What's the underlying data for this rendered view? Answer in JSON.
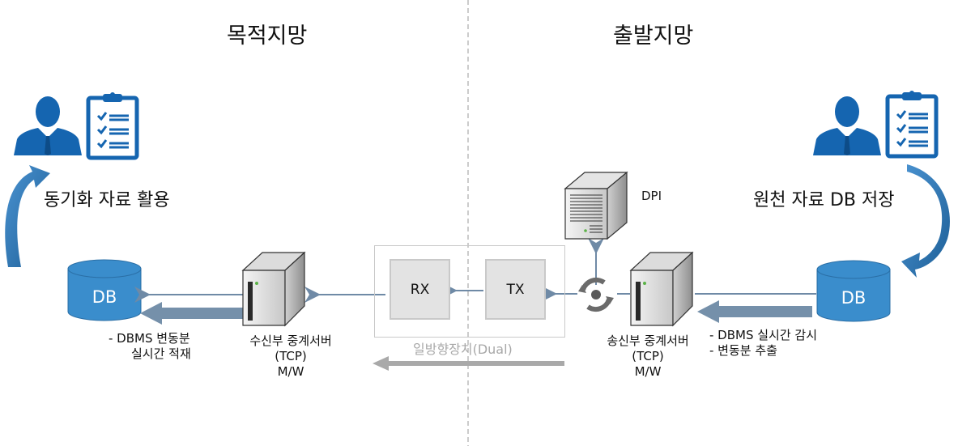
{
  "zones": {
    "destination": "목적지망",
    "source": "출발지망"
  },
  "left": {
    "action_label": "동기화 자료 활용",
    "db_label": "DB",
    "db_notes": [
      "-  DBMS 변동분",
      "실시간 적재"
    ],
    "server": {
      "name": "수신부 중계서버",
      "protocol": "(TCP)",
      "type": "M/W"
    }
  },
  "right": {
    "action_label": "원천 자료 DB 저장",
    "db_label": "DB",
    "db_notes": [
      "-  DBMS 실시간 감시",
      "-  변동분 추출"
    ],
    "server": {
      "name": "송신부 중계서버",
      "protocol": "(TCP)",
      "type": "M/W"
    },
    "dpi_label": "DPI"
  },
  "device": {
    "rx_label": "RX",
    "tx_label": "TX",
    "caption": "일방향장치(Dual)"
  },
  "colors": {
    "accent_blue": "#2f7fbf",
    "icon_blue": "#1565b0",
    "arrow_steel": "#6f8aa6",
    "arrow_gray": "#a9a9a9"
  }
}
